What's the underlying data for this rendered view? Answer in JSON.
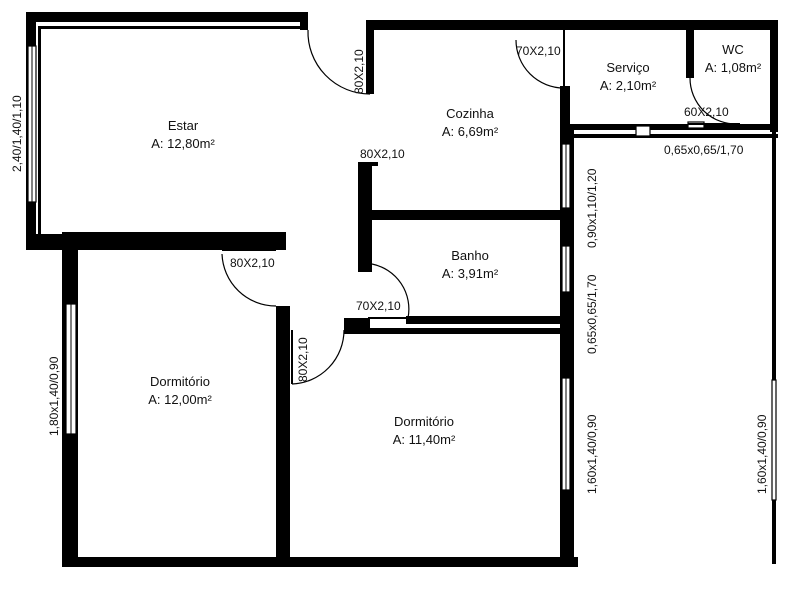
{
  "rooms": {
    "estar": {
      "name": "Estar",
      "area": "A: 12,80m²"
    },
    "cozinha": {
      "name": "Cozinha",
      "area": "A: 6,69m²"
    },
    "servico": {
      "name": "Serviço",
      "area": "A: 2,10m²"
    },
    "wc": {
      "name": "WC",
      "area": "A: 1,08m²"
    },
    "banho": {
      "name": "Banho",
      "area": "A: 3,91m²"
    },
    "dorm1": {
      "name": "Dormitório",
      "area": "A: 12,00m²"
    },
    "dorm2": {
      "name": "Dormitório",
      "area": "A: 11,40m²"
    }
  },
  "doors": {
    "entrada": "80X2,10",
    "cozinha_servico": "70X2,10",
    "servico_wc": "60X2,10",
    "corredor": "80X2,10",
    "estar_dorm": "80X2,10",
    "banho": "70X2,10",
    "dorm2": "80X2,10"
  },
  "windows": {
    "estar": "2,40/1,40/1,10",
    "dorm1": "1,80x1,40/0,90",
    "servico": "0,65x0,65/1,70",
    "cozinha": "0,90x1,10/1,20",
    "banho": "0,65x0,65/1,70",
    "dorm2": "1,60x1,40/0,90",
    "externa": "1,60x1,40/0,90"
  }
}
